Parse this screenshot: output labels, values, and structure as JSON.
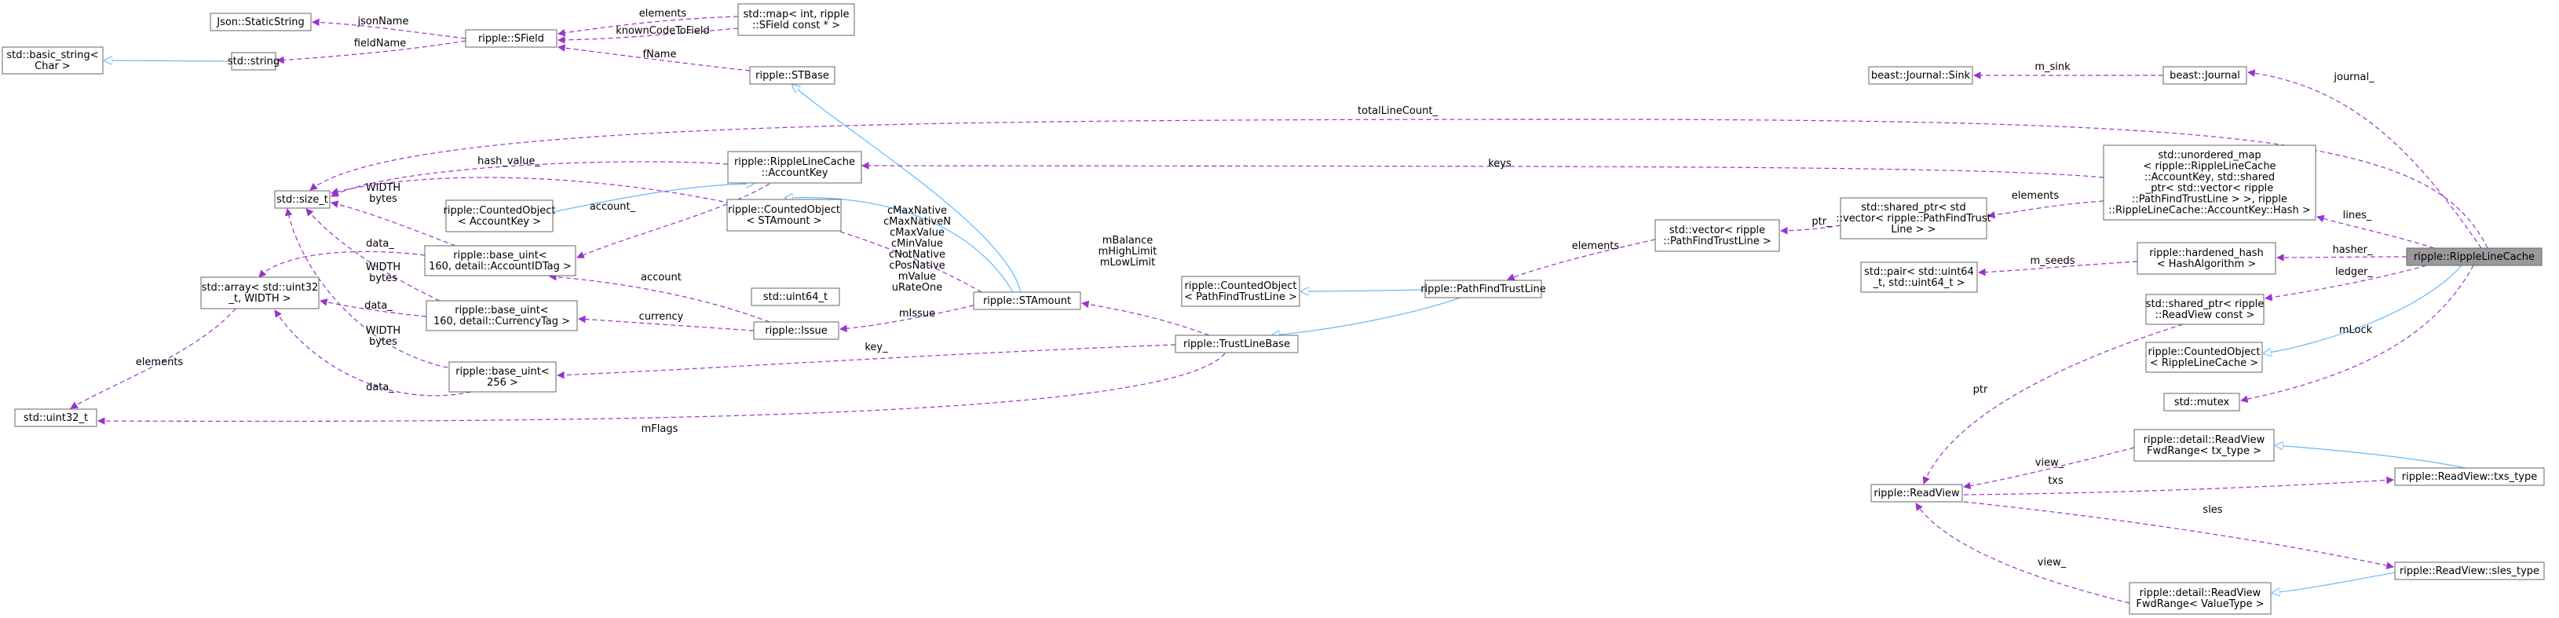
{
  "nodes": {
    "json_static_string": [
      "Json::StaticString"
    ],
    "basic_string": [
      "std::basic_string<",
      "Char >"
    ],
    "std_string": [
      "std::string"
    ],
    "sfield": [
      "ripple::SField"
    ],
    "map_sfield": [
      "std::map< int, ripple",
      "::SField const * >"
    ],
    "stbase": [
      "ripple::STBase"
    ],
    "size_t": [
      "std::size_t"
    ],
    "counted_accountkey": [
      "ripple::CountedObject",
      "< AccountKey >"
    ],
    "accountkey": [
      "ripple::RippleLineCache",
      "::AccountKey"
    ],
    "counted_stamount": [
      "ripple::CountedObject",
      "< STAmount >"
    ],
    "base_uint_account": [
      "ripple::base_uint<",
      "160, detail::AccountIDTag >"
    ],
    "array_uint32": [
      "std::array< std::uint32",
      "_t, WIDTH >"
    ],
    "uint32": [
      "std::uint32_t"
    ],
    "uint64": [
      "std::uint64_t"
    ],
    "base_uint_currency": [
      "ripple::base_uint<",
      "160, detail::CurrencyTag >"
    ],
    "issue": [
      "ripple::Issue"
    ],
    "base_uint_256": [
      "ripple::base_uint<",
      "256 >"
    ],
    "stamount": [
      "ripple::STAmount"
    ],
    "counted_pftl": [
      "ripple::CountedObject",
      "< PathFindTrustLine >"
    ],
    "pathfindtrustline": [
      "ripple::PathFindTrustLine"
    ],
    "trustlinebase": [
      "ripple::TrustLineBase"
    ],
    "vector_pftl": [
      "std::vector< ripple",
      "::PathFindTrustLine >"
    ],
    "shared_vector": [
      "std::shared_ptr< std",
      "::vector< ripple::PathFindTrust",
      "Line > >"
    ],
    "journal_sink": [
      "beast::Journal::Sink"
    ],
    "journal": [
      "beast::Journal"
    ],
    "unordered_map": [
      "std::unordered_map",
      "< ripple::RippleLineCache",
      "::AccountKey, std::shared",
      "_ptr< std::vector< ripple",
      "::PathFindTrustLine > >, ripple",
      "::RippleLineCache::AccountKey::Hash >"
    ],
    "hardened_hash": [
      "ripple::hardened_hash",
      "< HashAlgorithm >"
    ],
    "pair_uint64": [
      "std::pair< std::uint64",
      "_t, std::uint64_t >"
    ],
    "shared_readview": [
      "std::shared_ptr< ripple",
      "::ReadView const >"
    ],
    "counted_rlc": [
      "ripple::CountedObject",
      "< RippleLineCache >"
    ],
    "mutex": [
      "std::mutex"
    ],
    "ripplelinecache": [
      "ripple::RippleLineCache"
    ],
    "readview": [
      "ripple::ReadView"
    ],
    "fwdrange_tx": [
      "ripple::detail::ReadView",
      "FwdRange< tx_type >"
    ],
    "txs_type": [
      "ripple::ReadView::txs_type"
    ],
    "fwdrange_value": [
      "ripple::detail::ReadView",
      "FwdRange< ValueType >"
    ],
    "sles_type": [
      "ripple::ReadView::sles_type"
    ]
  },
  "edges": [
    {
      "id": "jsonname",
      "kind": "usage",
      "label": [
        "jsonName"
      ]
    },
    {
      "id": "fieldname",
      "kind": "usage",
      "label": [
        "fieldName"
      ]
    },
    {
      "id": "basic_to_string",
      "kind": "inherit",
      "label": []
    },
    {
      "id": "elements_map",
      "kind": "usage",
      "label": [
        "elements"
      ]
    },
    {
      "id": "knowncode",
      "kind": "usage",
      "label": [
        "knownCodeToField"
      ]
    },
    {
      "id": "fname",
      "kind": "usage",
      "label": [
        "fName"
      ]
    },
    {
      "id": "stbase_to_stamount",
      "kind": "inherit",
      "label": []
    },
    {
      "id": "totallinecount",
      "kind": "usage",
      "label": [
        "totalLineCount_"
      ]
    },
    {
      "id": "hash_value",
      "kind": "usage",
      "label": [
        "hash_value_"
      ]
    },
    {
      "id": "keys",
      "kind": "usage",
      "label": [
        "keys"
      ]
    },
    {
      "id": "counted_ak_to_ak",
      "kind": "inherit",
      "label": []
    },
    {
      "id": "account_",
      "kind": "usage",
      "label": [
        "account_"
      ]
    },
    {
      "id": "width_account",
      "kind": "usage",
      "label": [
        "WIDTH",
        "bytes"
      ]
    },
    {
      "id": "data_account",
      "kind": "usage",
      "label": [
        "data_"
      ]
    },
    {
      "id": "width_currency",
      "kind": "usage",
      "label": [
        "WIDTH",
        "bytes"
      ]
    },
    {
      "id": "data_currency",
      "kind": "usage",
      "label": [
        "data_"
      ]
    },
    {
      "id": "width_256",
      "kind": "usage",
      "label": [
        "WIDTH",
        "bytes"
      ]
    },
    {
      "id": "data_256",
      "kind": "usage",
      "label": [
        "data_"
      ]
    },
    {
      "id": "elements_array",
      "kind": "usage",
      "label": [
        "elements"
      ]
    },
    {
      "id": "counted_sta_to_sta",
      "kind": "inherit",
      "label": []
    },
    {
      "id": "stamount_members",
      "kind": "usage",
      "label": [
        "cMaxNative",
        "cMaxNativeN",
        "cMaxValue",
        "cMinValue",
        "cNotNative",
        "cPosNative",
        "mValue",
        "uRateOne"
      ]
    },
    {
      "id": "account_issue",
      "kind": "usage",
      "label": [
        "account"
      ]
    },
    {
      "id": "currency",
      "kind": "usage",
      "label": [
        "currency"
      ]
    },
    {
      "id": "missue",
      "kind": "usage",
      "label": [
        "mIssue"
      ]
    },
    {
      "id": "key_",
      "kind": "usage",
      "label": [
        "key_"
      ]
    },
    {
      "id": "mflags",
      "kind": "usage",
      "label": [
        "mFlags"
      ]
    },
    {
      "id": "mbalance",
      "kind": "usage",
      "label": [
        "mBalance",
        "mHighLimit",
        "mLowLimit"
      ]
    },
    {
      "id": "counted_pftl_to_pftl",
      "kind": "inherit",
      "label": []
    },
    {
      "id": "tlb_to_pftl",
      "kind": "inherit",
      "label": []
    },
    {
      "id": "elements_vector",
      "kind": "usage",
      "label": [
        "elements"
      ]
    },
    {
      "id": "ptr_vector",
      "kind": "usage",
      "label": [
        "ptr_"
      ]
    },
    {
      "id": "elements_shared",
      "kind": "usage",
      "label": [
        "elements"
      ]
    },
    {
      "id": "m_sink",
      "kind": "usage",
      "label": [
        "m_sink"
      ]
    },
    {
      "id": "journal_",
      "kind": "usage",
      "label": [
        "journal_"
      ]
    },
    {
      "id": "lines_",
      "kind": "usage",
      "label": [
        "lines_"
      ]
    },
    {
      "id": "hasher_",
      "kind": "usage",
      "label": [
        "hasher_"
      ]
    },
    {
      "id": "m_seeds",
      "kind": "usage",
      "label": [
        "m_seeds"
      ]
    },
    {
      "id": "ledger_",
      "kind": "usage",
      "label": [
        "ledger_"
      ]
    },
    {
      "id": "counted_rlc_to_rlc",
      "kind": "inherit",
      "label": []
    },
    {
      "id": "mlock",
      "kind": "usage",
      "label": [
        "mLock"
      ]
    },
    {
      "id": "ptr_readview",
      "kind": "usage",
      "label": [
        "ptr"
      ]
    },
    {
      "id": "view_tx",
      "kind": "usage",
      "label": [
        "view_"
      ]
    },
    {
      "id": "fwd_tx_to_txs",
      "kind": "inherit",
      "label": []
    },
    {
      "id": "txs",
      "kind": "usage",
      "label": [
        "txs"
      ]
    },
    {
      "id": "sles",
      "kind": "usage",
      "label": [
        "sles"
      ]
    },
    {
      "id": "view_value",
      "kind": "usage",
      "label": [
        "view_"
      ]
    },
    {
      "id": "fwd_value_to_sles",
      "kind": "inherit",
      "label": []
    }
  ]
}
